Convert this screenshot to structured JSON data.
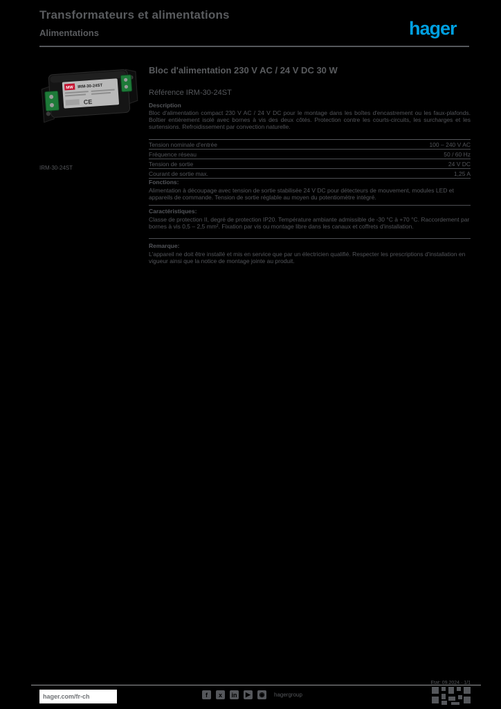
{
  "page": {
    "background": "#000000",
    "text_color": "#55575b",
    "accent_blue": "#00a0e1"
  },
  "header": {
    "line1": "Transformateurs et alimentations",
    "line2": "Alimentations",
    "logo_text": "hager"
  },
  "product": {
    "title": "Bloc d'alimentation 230 V AC / 24 V DC 30 W",
    "reference": "Référence IRM-30-24ST",
    "image_caption": "IRM-30-24ST",
    "device_brand": "MW",
    "device_label": "IRM-30-24ST",
    "device_ce_mark": "CE",
    "description_label": "Description",
    "description": "Bloc d'alimentation compact 230 V AC / 24 V DC pour le montage dans les boîtes d'encastrement ou les faux-plafonds. Boîtier entièrement isolé avec bornes à vis des deux côtés. Protection contre les courts-circuits, les surcharges et les surtensions. Refroidissement par convection naturelle."
  },
  "specs": {
    "rows": [
      {
        "label": "Tension nominale d'entrée",
        "value": "100 – 240 V AC"
      },
      {
        "label": "Fréquence réseau",
        "value": "50 / 60 Hz"
      },
      {
        "label": "Tension de sortie",
        "value": "24 V DC"
      },
      {
        "label": "Courant de sortie max.",
        "value": "1,25 A"
      }
    ]
  },
  "sections": [
    {
      "label": "Fonctions:",
      "text": "Alimentation à découpage avec tension de sortie stabilisée 24 V DC pour détecteurs de mouvement, modules LED et appareils de commande. Tension de sortie réglable au moyen du potentiomètre intégré."
    },
    {
      "label": "Caractéristiques:",
      "text": "Classe de protection II, degré de protection IP20. Température ambiante admissible de -30 °C à +70 °C. Raccordement par bornes à vis 0,5 – 2,5 mm². Fixation par vis ou montage libre dans les canaux et coffrets d'installation."
    },
    {
      "label": "Remarque:",
      "text": "L'appareil ne doit être installé et mis en service que par un électricien qualifié. Respecter les prescriptions d'installation en vigueur ainsi que la notice de montage jointe au produit."
    }
  ],
  "footer": {
    "url": "hager.com/fr-ch",
    "note": "Etat: 09.2024 · 1/1",
    "social_caption": "hagergroup",
    "social": [
      {
        "name": "facebook-icon",
        "glyph": "f"
      },
      {
        "name": "x-twitter-icon",
        "glyph": "x"
      },
      {
        "name": "linkedin-icon",
        "glyph": "in"
      },
      {
        "name": "youtube-icon",
        "glyph": "▶"
      },
      {
        "name": "instagram-icon",
        "glyph": "◉"
      }
    ]
  }
}
